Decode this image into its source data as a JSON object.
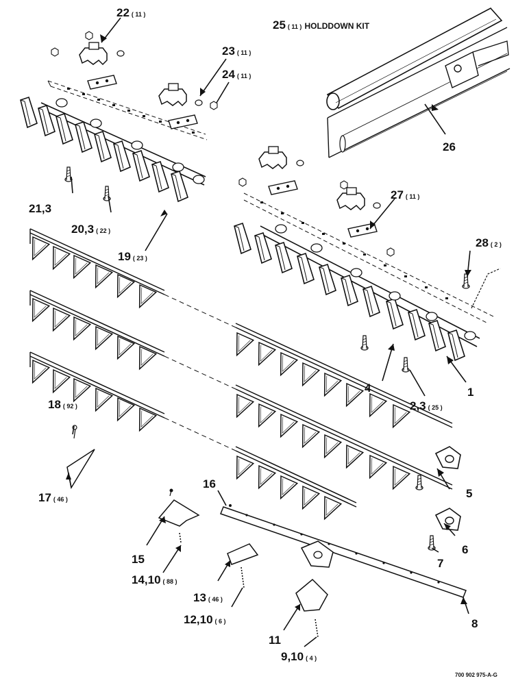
{
  "kit_title": "HOLDDOWN KIT",
  "drawing_code": "700 902 975-A-G",
  "callouts": [
    {
      "id": "c22",
      "num": "22",
      "qty": "( 11 )"
    },
    {
      "id": "c25",
      "num": "25",
      "qty": "( 11 )"
    },
    {
      "id": "c23",
      "num": "23",
      "qty": "( 11 )"
    },
    {
      "id": "c24",
      "num": "24",
      "qty": "( 11 )"
    },
    {
      "id": "c26",
      "num": "26",
      "qty": ""
    },
    {
      "id": "c27",
      "num": "27",
      "qty": "( 11 )"
    },
    {
      "id": "c21",
      "num": "21,3",
      "qty": ""
    },
    {
      "id": "c20",
      "num": "20,3",
      "qty": "( 22 )"
    },
    {
      "id": "c19",
      "num": "19",
      "qty": "( 23 )"
    },
    {
      "id": "c28",
      "num": "28",
      "qty": "( 2 )"
    },
    {
      "id": "c4",
      "num": "4",
      "qty": ""
    },
    {
      "id": "c1",
      "num": "1",
      "qty": ""
    },
    {
      "id": "c2",
      "num": "2,3",
      "qty": "( 25 )"
    },
    {
      "id": "c18",
      "num": "18",
      "qty": "( 92 )"
    },
    {
      "id": "c17",
      "num": "17",
      "qty": "( 46 )"
    },
    {
      "id": "c5",
      "num": "5",
      "qty": ""
    },
    {
      "id": "c16",
      "num": "16",
      "qty": ""
    },
    {
      "id": "c15",
      "num": "15",
      "qty": ""
    },
    {
      "id": "c6",
      "num": "6",
      "qty": ""
    },
    {
      "id": "c7",
      "num": "7",
      "qty": ""
    },
    {
      "id": "c14",
      "num": "14,10",
      "qty": "( 88 )"
    },
    {
      "id": "c13",
      "num": "13",
      "qty": "( 46 )"
    },
    {
      "id": "c12",
      "num": "12,10",
      "qty": "( 6 )"
    },
    {
      "id": "c8",
      "num": "8",
      "qty": ""
    },
    {
      "id": "c11",
      "num": "11",
      "qty": ""
    },
    {
      "id": "c9",
      "num": "9,10",
      "qty": "( 4 )"
    }
  ]
}
